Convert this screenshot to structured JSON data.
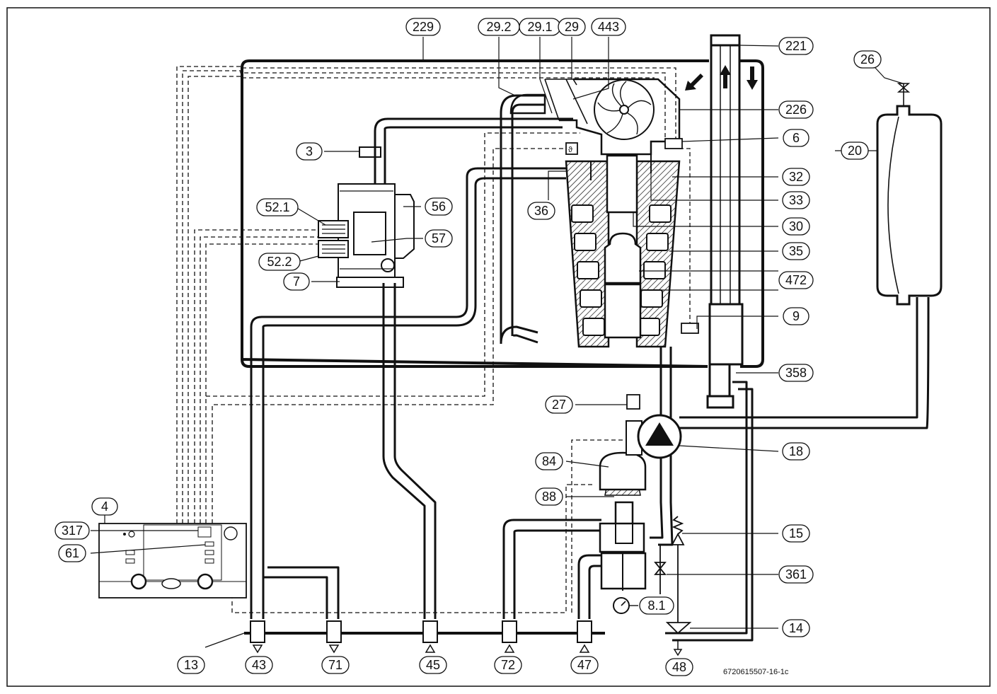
{
  "figure_code": "6720615507-16-1c",
  "callouts": [
    {
      "id": "c229",
      "label": "229"
    },
    {
      "id": "c29_2",
      "label": "29.2"
    },
    {
      "id": "c29_1",
      "label": "29.1"
    },
    {
      "id": "c29",
      "label": "29"
    },
    {
      "id": "c443",
      "label": "443"
    },
    {
      "id": "c221",
      "label": "221"
    },
    {
      "id": "c26",
      "label": "26"
    },
    {
      "id": "c226",
      "label": "226"
    },
    {
      "id": "c6",
      "label": "6"
    },
    {
      "id": "c20",
      "label": "20"
    },
    {
      "id": "c3",
      "label": "3"
    },
    {
      "id": "c32",
      "label": "32"
    },
    {
      "id": "c33",
      "label": "33"
    },
    {
      "id": "c36",
      "label": "36"
    },
    {
      "id": "c56",
      "label": "56"
    },
    {
      "id": "c52_1",
      "label": "52.1"
    },
    {
      "id": "c57",
      "label": "57"
    },
    {
      "id": "c30",
      "label": "30"
    },
    {
      "id": "c35",
      "label": "35"
    },
    {
      "id": "c52_2",
      "label": "52.2"
    },
    {
      "id": "c7",
      "label": "7"
    },
    {
      "id": "c472",
      "label": "472"
    },
    {
      "id": "c9",
      "label": "9"
    },
    {
      "id": "c358",
      "label": "358"
    },
    {
      "id": "c27",
      "label": "27"
    },
    {
      "id": "c18",
      "label": "18"
    },
    {
      "id": "c84",
      "label": "84"
    },
    {
      "id": "c88",
      "label": "88"
    },
    {
      "id": "c4",
      "label": "4"
    },
    {
      "id": "c317",
      "label": "317"
    },
    {
      "id": "c15",
      "label": "15"
    },
    {
      "id": "c61",
      "label": "61"
    },
    {
      "id": "c361",
      "label": "361"
    },
    {
      "id": "c8_1",
      "label": "8.1"
    },
    {
      "id": "c14",
      "label": "14"
    },
    {
      "id": "c13",
      "label": "13"
    },
    {
      "id": "c43",
      "label": "43"
    },
    {
      "id": "c71",
      "label": "71"
    },
    {
      "id": "c45",
      "label": "45"
    },
    {
      "id": "c72",
      "label": "72"
    },
    {
      "id": "c47",
      "label": "47"
    },
    {
      "id": "c48",
      "label": "48"
    }
  ]
}
